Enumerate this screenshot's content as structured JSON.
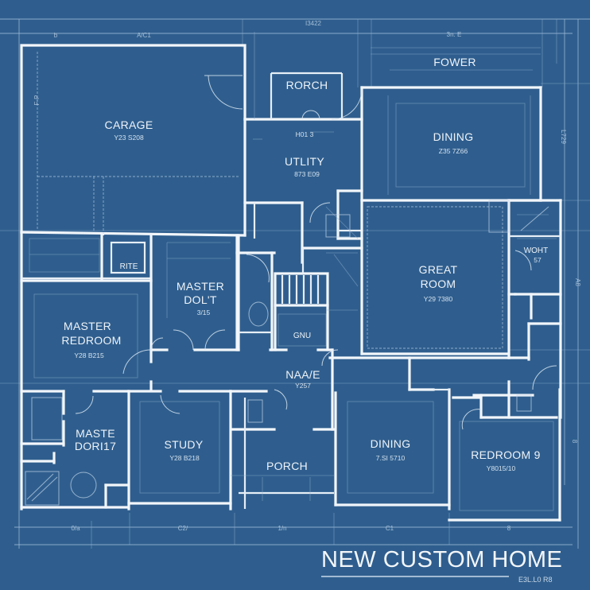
{
  "title": {
    "main": "NEW CUSTOM HOME",
    "scale_note": "E3L.L0 R8"
  },
  "colors": {
    "background": "#2f5e8e",
    "wall": "#f2f6fa",
    "guide": "#a9c3dd"
  },
  "rooms": {
    "garage": {
      "name": "CARAGE",
      "dims": "Y23 S208"
    },
    "rorch": {
      "name": "RORCH"
    },
    "utility": {
      "name": "UTLITY",
      "dims": "873 E09",
      "note": "H01 3"
    },
    "fower": {
      "name": "FOWER"
    },
    "dining_top": {
      "name": "DINING",
      "dims": "Z35 7Z66"
    },
    "rite": {
      "name": "RITE"
    },
    "master_closet": {
      "name_line1": "MASTER",
      "name_line2": "DOL'T",
      "dims": "3/15"
    },
    "great_room": {
      "name_line1": "GREAT",
      "name_line2": "ROOM",
      "dims": "Y29 7380"
    },
    "woht": {
      "name": "WOHT",
      "dims": "57"
    },
    "master_bedroom": {
      "name_line1": "MASTER",
      "name_line2": "REDROOM",
      "dims": "Y28 B215"
    },
    "gnu": {
      "name": "GNU"
    },
    "naae": {
      "name": "NAA/E",
      "dims": "Y257"
    },
    "master_bath": {
      "name_line1": "MASTE",
      "name_line2": "DORI17"
    },
    "study": {
      "name": "STUDY",
      "dims": "Y28 B218"
    },
    "porch": {
      "name": "PORCH"
    },
    "dining_bottom": {
      "name": "DINING",
      "dims": "7.SI 5710"
    },
    "bedroom9": {
      "name": "REDROOM 9",
      "dims": "Y8015/10"
    }
  },
  "dimensions": {
    "top": [
      "b",
      "A/C1",
      "I3422",
      "3n. E"
    ],
    "bottom": [
      "0/a",
      "C2/",
      "1/n",
      "C1",
      "8"
    ],
    "left": [
      "F-P"
    ],
    "right": [
      "L729",
      "A8",
      "8"
    ]
  }
}
